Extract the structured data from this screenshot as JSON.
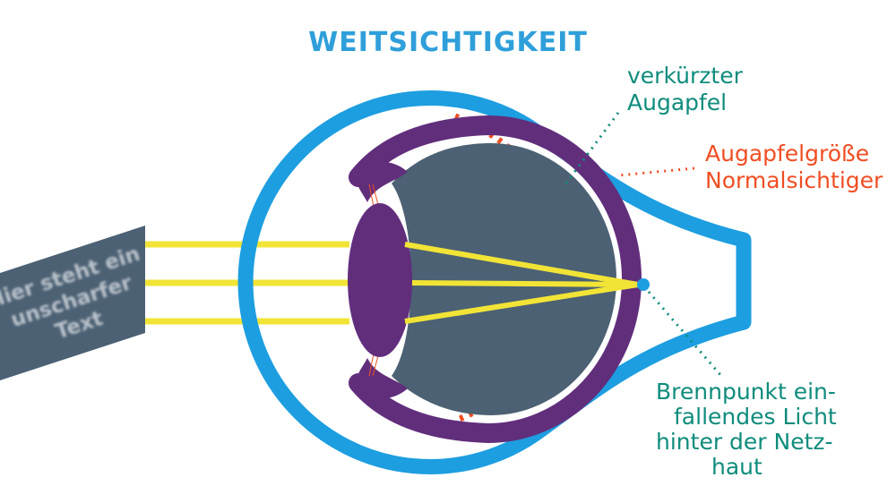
{
  "title": "WEITSICHTIGKEIT",
  "labels": {
    "shortened_eyeball": [
      "verkürzter",
      "Augapfel"
    ],
    "normal_eyeball_size": [
      "Augapfelgröße",
      "Normalsichtiger"
    ],
    "focal_point": [
      "Brennpunkt ein-",
      "fallendes Licht",
      "hinter der Netz-",
      "haut"
    ]
  },
  "blurred_text": [
    "Hier steht ein",
    "unscharfer",
    "Text"
  ],
  "colors": {
    "title": "#2f9fda",
    "sclera": "#1d9ee0",
    "choroid": "#612e7c",
    "vitreous": "#4c6174",
    "light_rays": "#f2e436",
    "normal_outline": "#f04e23",
    "annotation_teal": "#0f8c7c",
    "sign_background": "#4c6174",
    "sign_text": "#b9c3cc"
  }
}
